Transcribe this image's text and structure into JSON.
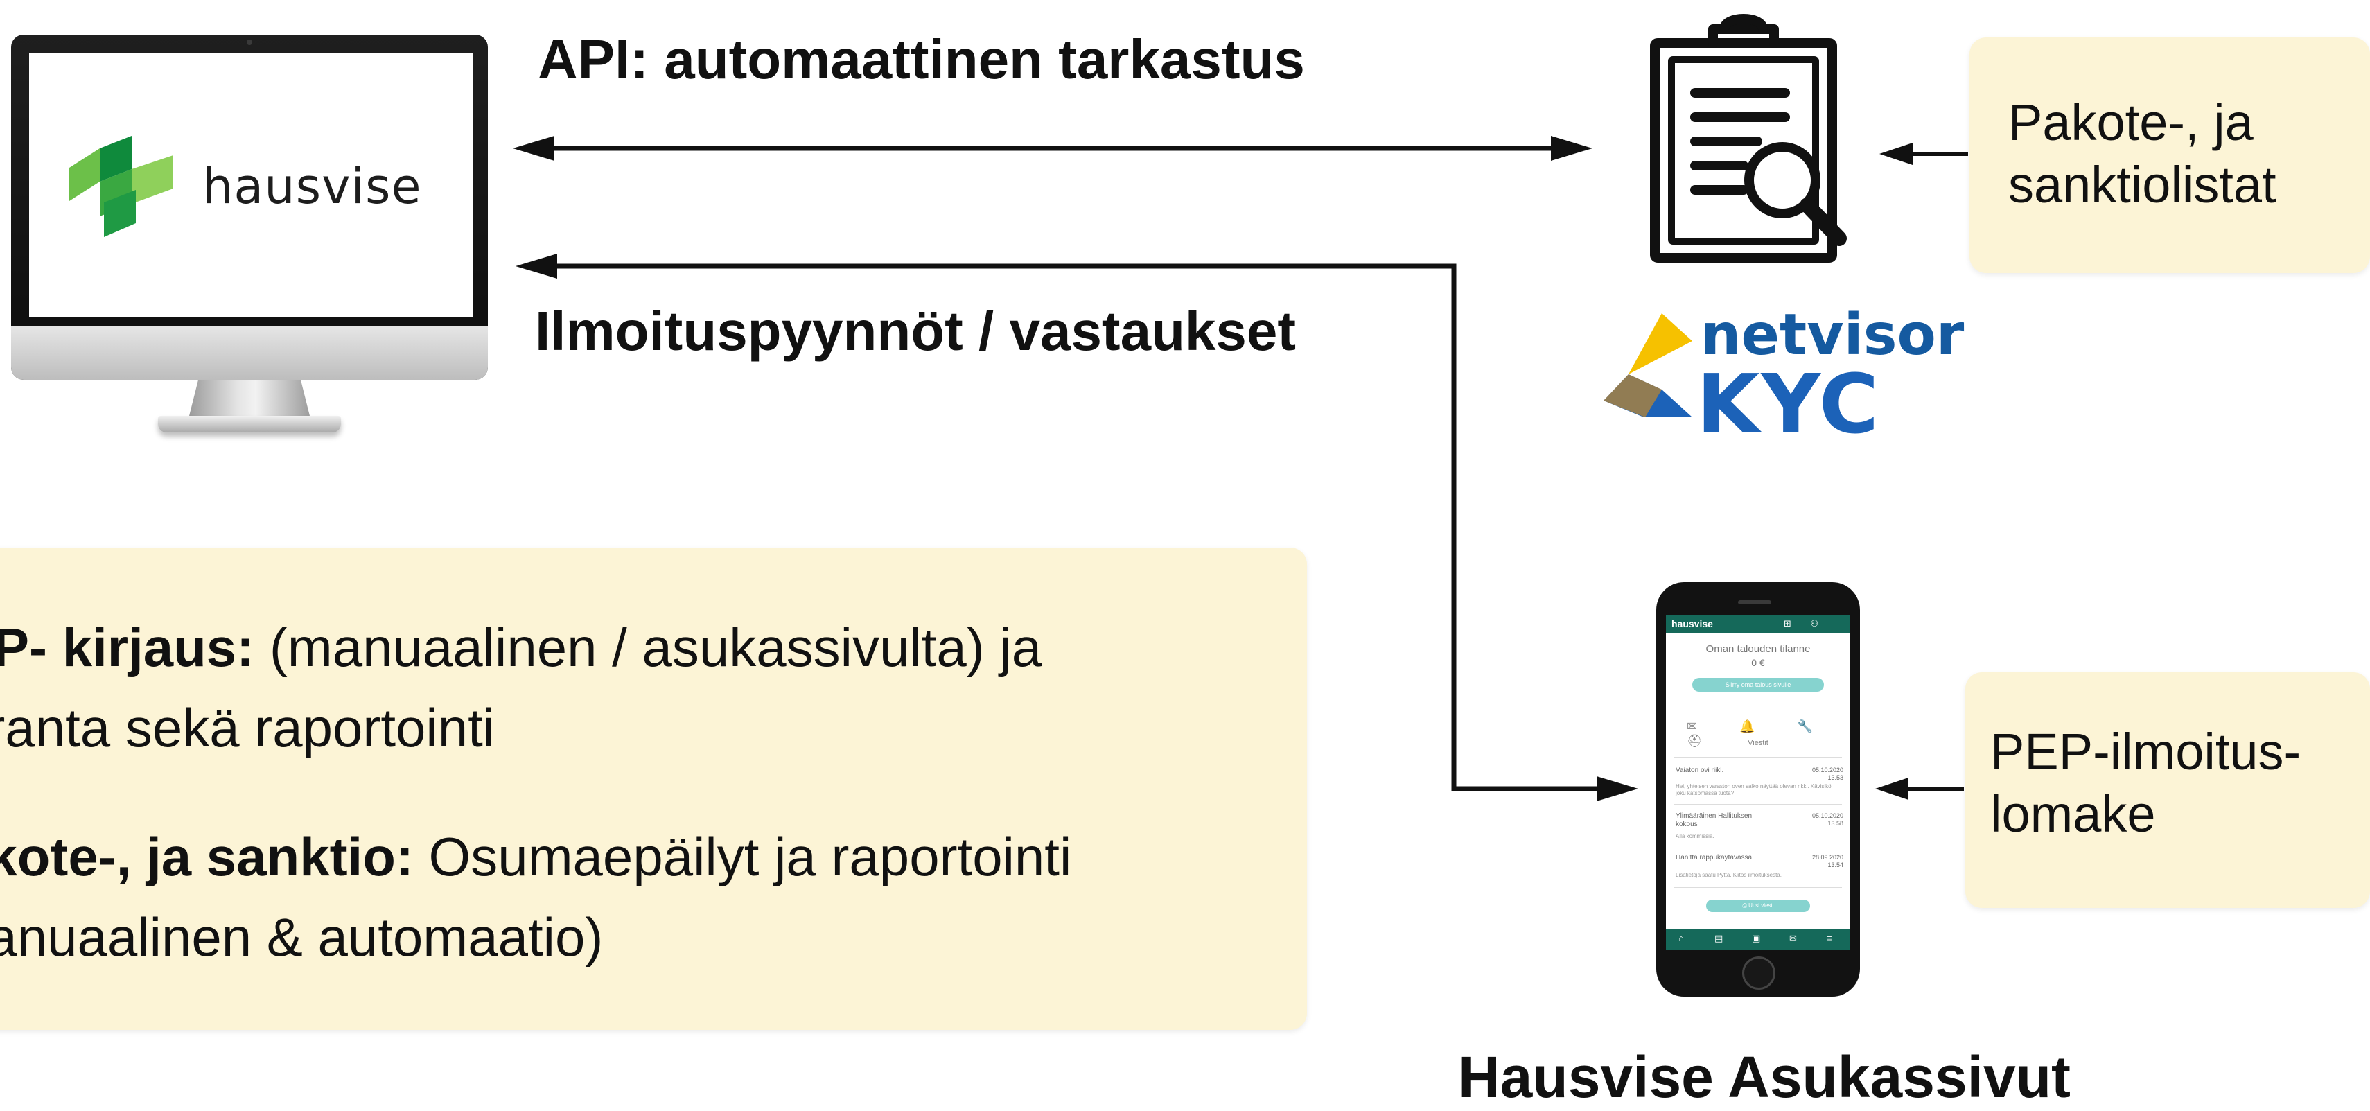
{
  "monitor": {
    "logo_text": "hausvise"
  },
  "labels": {
    "api": "API: automaattinen tarkastus",
    "requests": "Ilmoituspyynnöt / vastaukset",
    "portal": "Hausvise Asukassivut"
  },
  "netvisor": {
    "word": "netvisor",
    "kyc": "KYC"
  },
  "boxes": {
    "pakote_line1": "Pakote-, ja",
    "pakote_line2": "sanktiolistat",
    "pep_line1": "PEP-ilmoitus-",
    "pep_line2": "lomake"
  },
  "main_box": {
    "line1_bold": "EP- kirjaus:",
    "line1_rest": " (manuaalinen / asukassivulta) ja",
    "line2": "uranta sekä raportointi",
    "line3_bold": "akote-, ja sanktio:",
    "line3_rest": " Osumaepäilyt ja raportointi",
    "line4": "nanuaalinen & automaatio)"
  },
  "phone": {
    "brand": "hausvise",
    "top_icons": "⊞ ⚇ ⇥",
    "title": "Oman talouden tilanne",
    "amount": "0 €",
    "button": "Siirry oma talous sivulle",
    "icons": "✉ 🔔 🔧 ⛑",
    "section": "Viestit",
    "rows": [
      {
        "title": "Vaiaton ovi riikl.",
        "date": "05.10.2020 13.53",
        "sub": "Hei, yhteisen varaston oven salko näyttää olevan rikki. Kävisikö joku katsomassa tuota?"
      },
      {
        "title": "Ylimääräinen Hallituksen kokous",
        "date": "05.10.2020 13.58",
        "sub": "Alla kommissia."
      },
      {
        "title": "Hänittä rappukäytävässä",
        "date": "28.09.2020 13.54",
        "sub": "Lisätietoja saatu Pyttä. Kiitos ilmoituksesta."
      }
    ],
    "button2": "⎙ Uusi viesti",
    "nav": [
      "⌂",
      "▤",
      "▣",
      "✉",
      "≡"
    ]
  },
  "colors": {
    "note_bg": "#fcf4d6",
    "hausvise_green_dark": "#0f8a3c",
    "hausvise_green_light": "#6cc049",
    "netvisor_blue": "#1c62b8",
    "netvisor_yellow": "#f6c100",
    "phone_header": "#15695a"
  }
}
